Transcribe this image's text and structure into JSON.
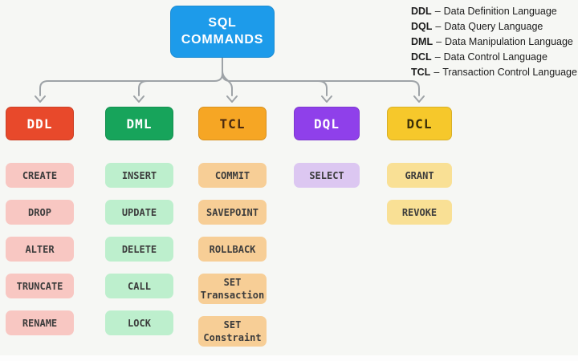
{
  "diagram": {
    "root": {
      "line1": "SQL",
      "line2": "COMMANDS",
      "color": "#1d9bea",
      "text_color": "#ffffff"
    },
    "legend": {
      "separator": "–",
      "items": [
        {
          "abbr": "DDL",
          "name": "Data Definition Language"
        },
        {
          "abbr": "DQL",
          "name": "Data Query Language"
        },
        {
          "abbr": "DML",
          "name": "Data Manipulation Language"
        },
        {
          "abbr": "DCL",
          "name": "Data Control Language"
        },
        {
          "abbr": "TCL",
          "name": "Transaction Control Language"
        }
      ]
    },
    "connector_color": "#9ea3a7",
    "categories": [
      {
        "label": "DDL",
        "header_color": "#e8492b",
        "header_text_color": "#ffffff",
        "item_color": "#f8c7c2",
        "items": [
          "CREATE",
          "DROP",
          "ALTER",
          "TRUNCATE",
          "RENAME"
        ]
      },
      {
        "label": "DML",
        "header_color": "#17a45b",
        "header_text_color": "#ffffff",
        "item_color": "#bdefcd",
        "items": [
          "INSERT",
          "UPDATE",
          "DELETE",
          "CALL",
          "LOCK"
        ]
      },
      {
        "label": "TCL",
        "header_color": "#f6a624",
        "header_text_color": "#4b2a10",
        "item_color": "#f7ce96",
        "items": [
          "COMMIT",
          "SAVEPOINT",
          "ROLLBACK",
          "SET\nTransaction",
          "SET\nConstraint"
        ]
      },
      {
        "label": "DQL",
        "header_color": "#8f40ea",
        "header_text_color": "#ffffff",
        "item_color": "#dcc7f1",
        "items": [
          "SELECT"
        ]
      },
      {
        "label": "DCL",
        "header_color": "#f6c82b",
        "header_text_color": "#3a2e08",
        "item_color": "#f9e095",
        "items": [
          "GRANT",
          "REVOKE"
        ]
      }
    ]
  }
}
